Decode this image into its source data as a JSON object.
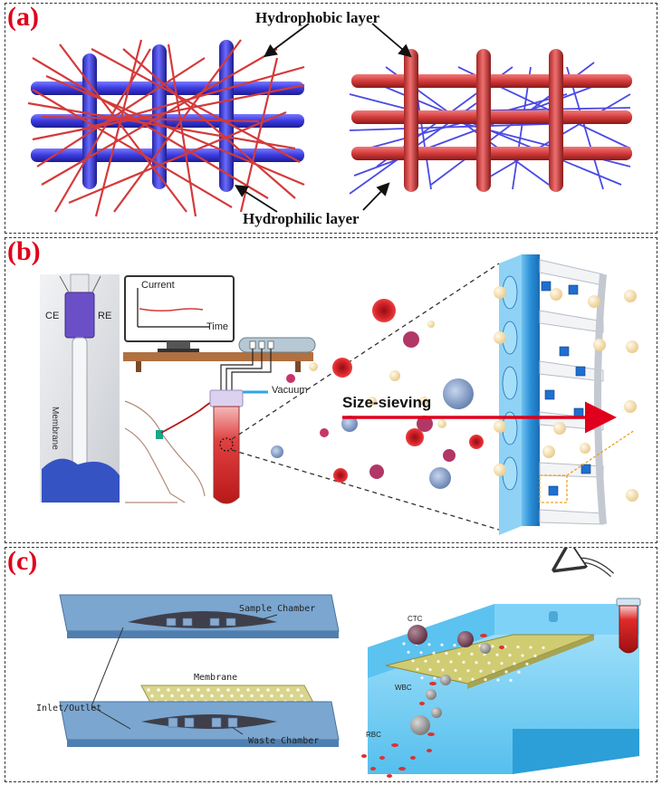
{
  "panel_a": {
    "letter": "(a)",
    "hydrophobic_label": "Hydrophobic layer",
    "hydrophilic_label": "Hydrophilic layer",
    "colors": {
      "hydrophilic": "#4040e0",
      "hydrophobic": "#d43a3a"
    }
  },
  "panel_b": {
    "letter": "(b)",
    "electrode_ce": "CE",
    "electrode_re": "RE",
    "membrane_label": "Membrane",
    "monitor_current": "Current",
    "monitor_time": "Time",
    "vacuum_label": "Vacuum",
    "sieving_label": "Size-sieving",
    "colors": {
      "membrane": "#2a8fd6",
      "cube": "#1f6fd0",
      "rbc": "#d8232a",
      "arrow": "#e0001b"
    }
  },
  "panel_c": {
    "letter": "(c)",
    "sample_chamber": "Sample Chamber",
    "membrane": "Membrane",
    "inlet_outlet": "Inlet/Outlet",
    "waste_chamber": "Waste Chamber",
    "ctc": "CTC",
    "wbc": "WBC",
    "rbc": "RBC",
    "colors": {
      "chip": "#6f9fcc",
      "grid": "#c9c47a",
      "water": "#55c3f0"
    }
  }
}
